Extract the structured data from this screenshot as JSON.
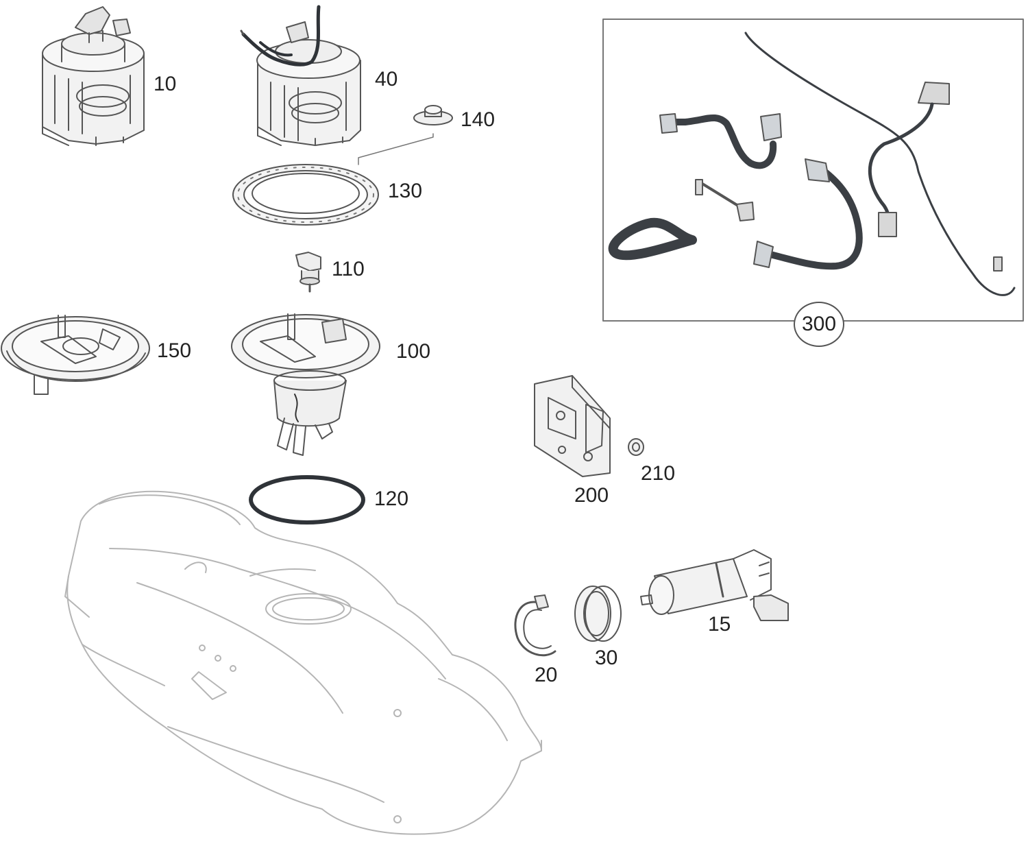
{
  "colors": {
    "outline": "#555555",
    "part_fill": "#f2f2f2",
    "hose_dark": "#3b3f44",
    "tank_outline": "#b5b5b5",
    "label_text": "#222222"
  },
  "parts": [
    {
      "id": "10",
      "label": "10"
    },
    {
      "id": "40",
      "label": "40"
    },
    {
      "id": "140",
      "label": "140"
    },
    {
      "id": "130",
      "label": "130"
    },
    {
      "id": "110",
      "label": "110"
    },
    {
      "id": "150",
      "label": "150"
    },
    {
      "id": "100",
      "label": "100"
    },
    {
      "id": "120",
      "label": "120"
    },
    {
      "id": "200",
      "label": "200"
    },
    {
      "id": "210",
      "label": "210"
    },
    {
      "id": "20",
      "label": "20"
    },
    {
      "id": "30",
      "label": "30"
    },
    {
      "id": "15",
      "label": "15"
    }
  ],
  "inset": {
    "label": "300"
  }
}
